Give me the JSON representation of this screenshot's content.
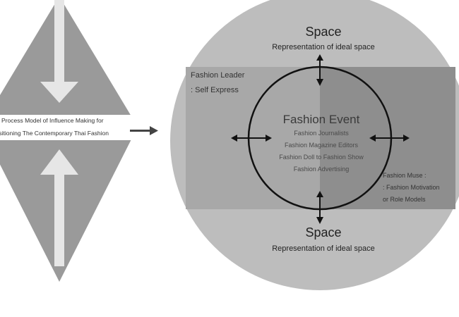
{
  "left": {
    "line1": "Process Model of Influence Making for",
    "line2": "Positioning The Contemporary Thai Fashion"
  },
  "top_space": {
    "title": "Space",
    "subtitle": "Representation of ideal space"
  },
  "bottom_space": {
    "title": "Space",
    "subtitle": "Representation of ideal space"
  },
  "leader": {
    "line1": "Fashion Leader",
    "line2": ": Self Express"
  },
  "muse": {
    "line1": "Fashion Muse :",
    "line2": ": Fashion Motivation",
    "line3": "or Role Models"
  },
  "event": {
    "title": "Fashion Event",
    "items": [
      "Fashion Journalists",
      "Fashion Magazine Editors",
      "Fashion Doll to Fashion Show",
      "Fashion Advertising"
    ]
  },
  "colors": {
    "outer_circle": "#bdbdbd",
    "diamond": "#9a9a9a",
    "rect_left": "#a8a8a8",
    "rect_right": "#8e8e8e"
  }
}
